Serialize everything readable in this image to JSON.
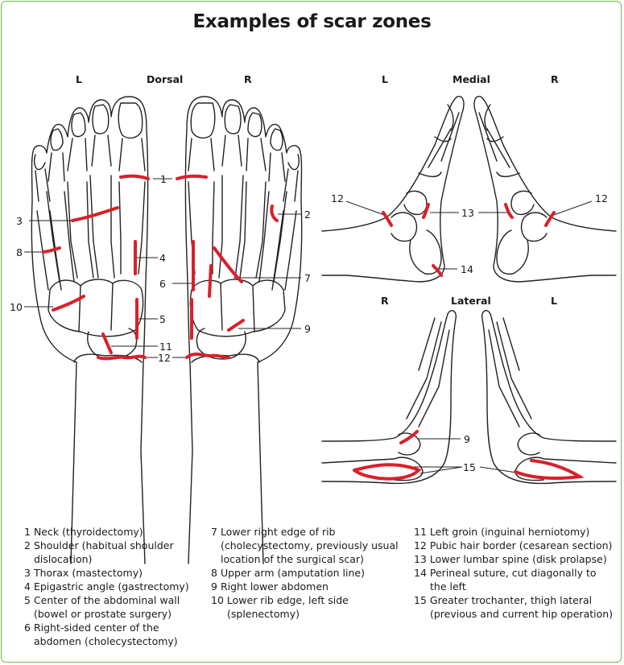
{
  "title": "Examples of scar zones",
  "scar_color": "#d9202a",
  "views": {
    "dorsal": {
      "left": "L",
      "title": "Dorsal",
      "right": "R"
    },
    "medial": {
      "left": "L",
      "title": "Medial",
      "right": "R"
    },
    "lateral": {
      "left": "R",
      "title": "Lateral",
      "right": "L"
    }
  },
  "callouts": [
    "1",
    "2",
    "3",
    "4",
    "5",
    "6",
    "7",
    "8",
    "9",
    "10",
    "11",
    "12",
    "13",
    "14",
    "15"
  ],
  "legend": [
    {
      "num": "1",
      "text": "Neck (thyroidectomy)"
    },
    {
      "num": "2",
      "text": "Shoulder (habitual shoulder dislocation)"
    },
    {
      "num": "3",
      "text": "Thorax (mastectomy)"
    },
    {
      "num": "4",
      "text": "Epigastric angle (gastrectomy)"
    },
    {
      "num": "5",
      "text": "Center of the abdominal wall (bowel or prostate surgery)"
    },
    {
      "num": "6",
      "text": "Right-sided center of the abdomen (cholecystectomy)"
    },
    {
      "num": "7",
      "text": "Lower right edge of rib (cholecystectomy, previously usual location of the surgical scar)"
    },
    {
      "num": "8",
      "text": "Upper arm (amputation line)"
    },
    {
      "num": "9",
      "text": "Right lower abdomen"
    },
    {
      "num": "10",
      "text": "Lower rib edge, left side (splenectomy)"
    },
    {
      "num": "11",
      "text": "Left groin (inguinal herniotomy)"
    },
    {
      "num": "12",
      "text": "Pubic hair border (cesarean section)"
    },
    {
      "num": "13",
      "text": "Lower lumbar spine (disk prolapse)"
    },
    {
      "num": "14",
      "text": "Perineal suture, cut diagonally to the left"
    },
    {
      "num": "15",
      "text": "Greater trochanter, thigh lateral (previous and current hip operation)"
    }
  ]
}
